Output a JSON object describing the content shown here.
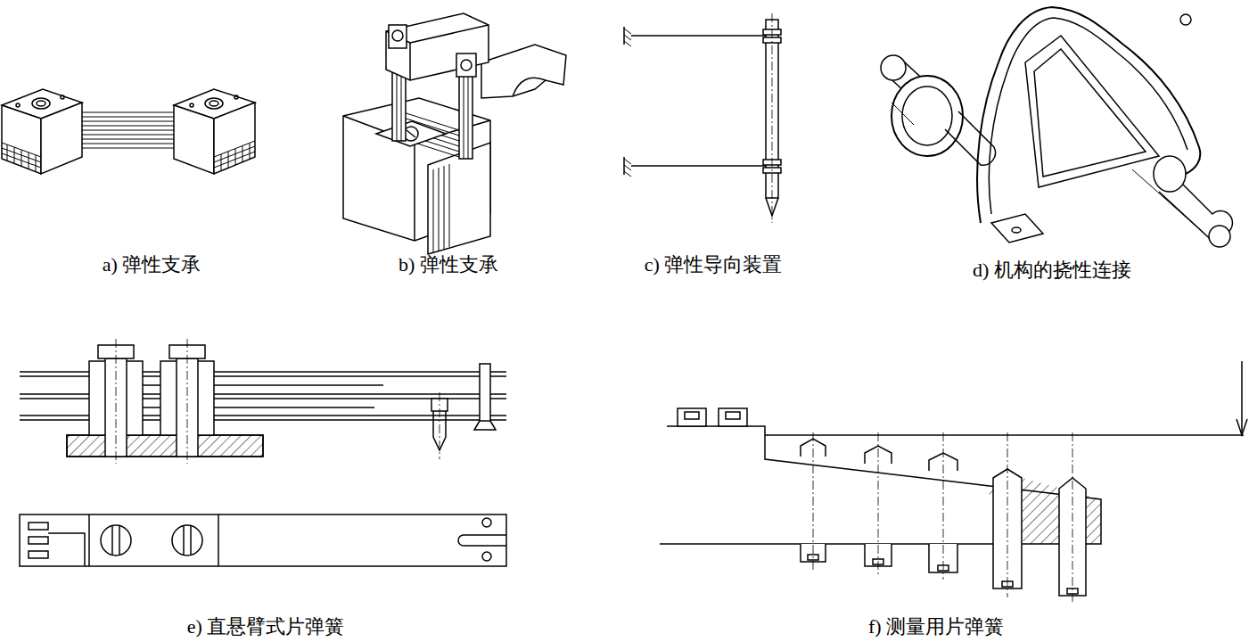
{
  "diagram": {
    "labels": [
      "a) 弹性支承",
      "b) 弹性支承",
      "c) 弹性导向装置",
      "d) 机构的挠性连接",
      "e) 直悬臂式片弹簧",
      "f) 测量用片弹簧"
    ]
  }
}
